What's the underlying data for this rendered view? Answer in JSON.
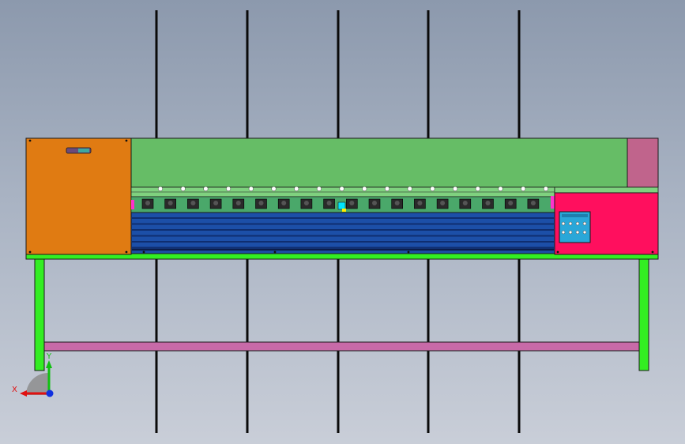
{
  "viewport": {
    "background_top": "#8c99ad",
    "background_bottom": "#c9ced8"
  },
  "machine": {
    "rod_count": 5,
    "print_head_count": 18,
    "colors": {
      "rods": "#0a0a0a",
      "left_cabinet": "#e07b12",
      "left_cabinet_badge": "#6b4a7a",
      "left_cabinet_badge_accent": "#3fa7a0",
      "top_cover": "#66bd66",
      "right_cap": "#c0648c",
      "right_cabinet": "#ff0f5e",
      "control_panel": "#2aa7d8",
      "roller_bed": "#1c4fa8",
      "roller_bed_dark": "#0f2e70",
      "gantry_rail": "#7fd17f",
      "base_rail": "#33ee22",
      "legs": "#33ee22",
      "crossbar": "#c86aa8",
      "frame_outline": "#1a1a1a"
    }
  },
  "triad": {
    "x_label": "X",
    "y_label": "Y",
    "x_color": "#e01010",
    "y_color": "#10c010",
    "z_color": "#1030e0",
    "plane_color": "#8a8a8a"
  }
}
